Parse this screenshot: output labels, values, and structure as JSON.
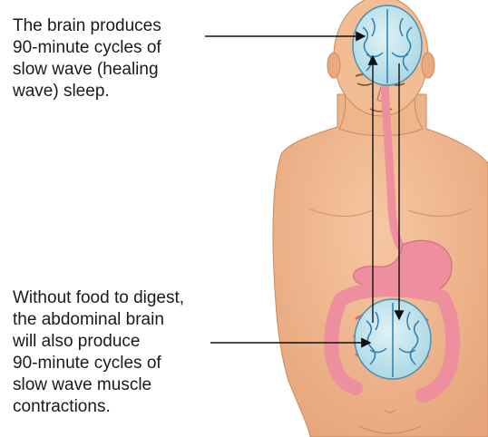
{
  "captions": {
    "brain": {
      "lines": [
        "The brain produces",
        "90-minute cycles of",
        "slow wave (healing",
        "wave) sleep."
      ]
    },
    "gut": {
      "lines": [
        "Without food to digest,",
        "the abdominal brain",
        "will also produce",
        "90-minute cycles of",
        "slow wave muscle",
        "contractions."
      ]
    }
  },
  "colors": {
    "skin": "#f2b98f",
    "skin_shadow": "#d99a6e",
    "brain_fill": "#bfe3ec",
    "brain_vessels": "#2a7fb0",
    "gut_pink": "#ee8fa0",
    "gut_dark": "#d96a80",
    "arrow": "#111111"
  }
}
